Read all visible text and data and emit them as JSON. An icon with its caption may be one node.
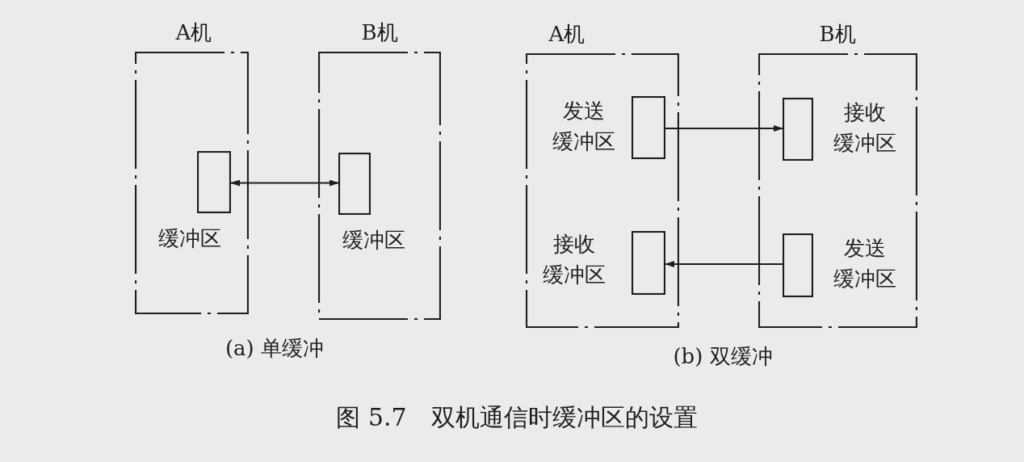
{
  "diagram": {
    "caption": "图 5.7　双机通信时缓冲区的设置",
    "nodes": [
      {
        "text": [
          "A机"
        ]
      },
      {
        "text": [
          "缓冲区"
        ],
        "in": 0
      },
      {
        "text": [
          "B机"
        ]
      },
      {
        "text": [
          "缓冲区"
        ],
        "in": 2
      },
      {
        "text": [
          "A机"
        ]
      },
      {
        "text": [
          "发送缓冲区"
        ],
        "in": 4
      },
      {
        "text": [
          "接收缓冲区"
        ],
        "in": 4
      },
      {
        "text": [
          "B机"
        ]
      },
      {
        "text": [
          "接收缓冲区"
        ],
        "in": 7
      },
      {
        "text": [
          "发送缓冲区"
        ],
        "in": 7
      }
    ],
    "edges": [
      {
        "from": 1,
        "to": 3,
        "arrow": "both"
      },
      {
        "from": 5,
        "to": 8,
        "arrow": "to"
      },
      {
        "from": 9,
        "to": 6,
        "arrow": "to"
      }
    ],
    "labels": [
      "(a) 单缓冲",
      "(b) 双缓冲"
    ]
  }
}
